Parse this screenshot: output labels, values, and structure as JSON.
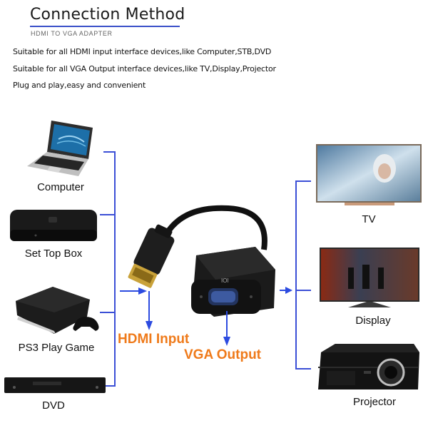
{
  "header": {
    "title": "Connection Method",
    "subtitle": "HDMI TO VGA ADAPTER"
  },
  "description": [
    "Suitable for all HDMI input interface devices,like Computer,STB,DVD",
    "Suitable for all VGA Output interface devices,like TV,Display,Projector",
    "Plug and play,easy and convenient"
  ],
  "input_devices": [
    {
      "label": "Computer",
      "icon": "laptop-icon"
    },
    {
      "label": "Set Top Box",
      "icon": "set-top-box-icon"
    },
    {
      "label": "PS3 Play Game",
      "icon": "game-console-icon"
    },
    {
      "label": "DVD",
      "icon": "dvd-player-icon"
    }
  ],
  "output_devices": [
    {
      "label": "TV",
      "icon": "tv-icon"
    },
    {
      "label": "Display",
      "icon": "monitor-icon"
    },
    {
      "label": "Projector",
      "icon": "projector-icon"
    }
  ],
  "adapter": {
    "input_label": "HDMI Input",
    "output_label": "VGA Output",
    "port_marking": "IOI"
  },
  "colors": {
    "connector_line": "#3b4fd6",
    "accent_text": "#ef7a1a",
    "title_underline": "#3a4fc8"
  }
}
